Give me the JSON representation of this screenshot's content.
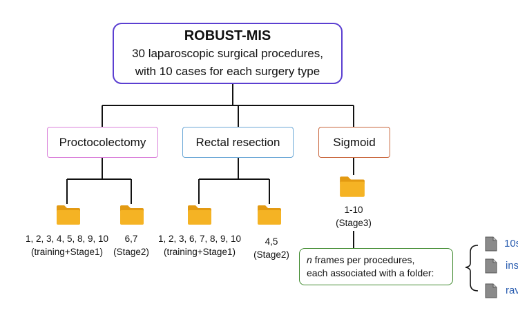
{
  "root": {
    "title": "ROBUST-MIS",
    "line1": "30 laparoscopic surgical procedures,",
    "line2": "with 10 cases for each surgery type"
  },
  "categories": [
    {
      "label": "Proctocolectomy",
      "color": "#d97ed9"
    },
    {
      "label": "Rectal resection",
      "color": "#6aa7d6"
    },
    {
      "label": "Sigmoid",
      "color": "#c8643a"
    }
  ],
  "folders": [
    {
      "cases": "1, 2, 3, 4, 5, 8, 9, 10",
      "stage": "(training+Stage1)"
    },
    {
      "cases": "6,7",
      "stage": "(Stage2)"
    },
    {
      "cases": "1, 2, 3, 6, 7, 8, 9, 10",
      "stage": "(training+Stage1)"
    },
    {
      "cases": "4,5",
      "stage": "(Stage2)"
    },
    {
      "cases": "1-10",
      "stage": "(Stage3)"
    }
  ],
  "frames_box": {
    "italic_n": "n",
    "line1_rest": " frames per procedures,",
    "line2": "each associated with a folder:"
  },
  "files": [
    "10s",
    "ins",
    "rav"
  ],
  "colors": {
    "folder": "#f5b324",
    "folder_dark": "#e39a12",
    "file": "#8a8a8a",
    "root_border": "#5b3fd1",
    "frames_border": "#3f8a2e",
    "file_text": "#2a5db0"
  }
}
